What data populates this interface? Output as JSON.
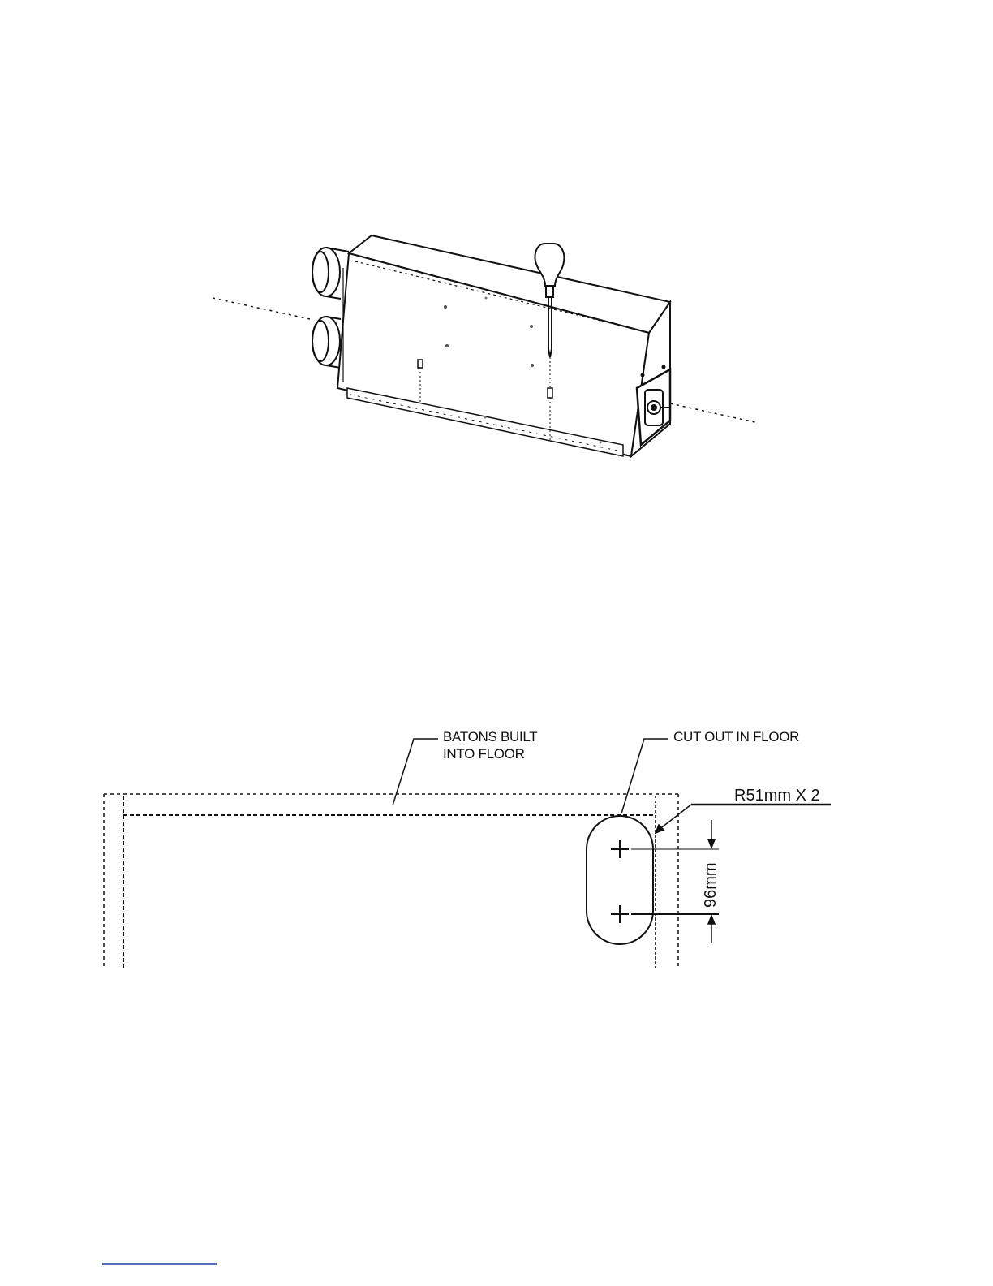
{
  "illustration": {
    "name": "unit-mounting-illustration"
  },
  "floor_plan": {
    "batons_label_line1": "BATONS BUILT",
    "batons_label_line2": "INTO FLOOR",
    "cutout_label": "CUT OUT IN FLOOR",
    "radius_label": "R51mm X 2",
    "spacing_label": "96mm"
  },
  "footer": {
    "rule": "footnote-rule"
  }
}
